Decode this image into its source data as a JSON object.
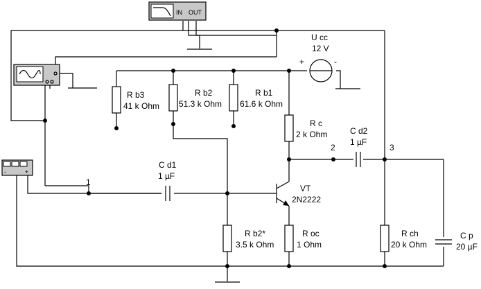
{
  "instruments": {
    "bode": {
      "in_label": "IN",
      "out_label": "OUT"
    },
    "generator": {},
    "multimeter": {
      "minus": "-",
      "plus": "+"
    }
  },
  "supply": {
    "name": "U cc",
    "value": "12 V",
    "plus": "+",
    "minus": "-"
  },
  "components": {
    "rb3": {
      "name": "R b3",
      "value": "41 k Ohm"
    },
    "rb2": {
      "name": "R b2",
      "value": "51.3 k Ohm"
    },
    "rb1": {
      "name": "R b1",
      "value": "61.6 k Ohm"
    },
    "rc": {
      "name": "R c",
      "value": "2 k Ohm"
    },
    "cd1": {
      "name": "C d1",
      "value": "1 µF"
    },
    "cd2": {
      "name": "C d2",
      "value": "1 µF"
    },
    "vt": {
      "name": "VT",
      "value": "2N2222"
    },
    "rb2s": {
      "name": "R b2*",
      "value": "3.5 k Ohm"
    },
    "roc": {
      "name": "R oc",
      "value": "1  Ohm"
    },
    "rch": {
      "name": "R ch",
      "value": "20 k Ohm"
    },
    "cp": {
      "name": "C p",
      "value": "20 µF"
    }
  },
  "nodes": {
    "n1": "1",
    "n2": "2",
    "n3": "3"
  }
}
